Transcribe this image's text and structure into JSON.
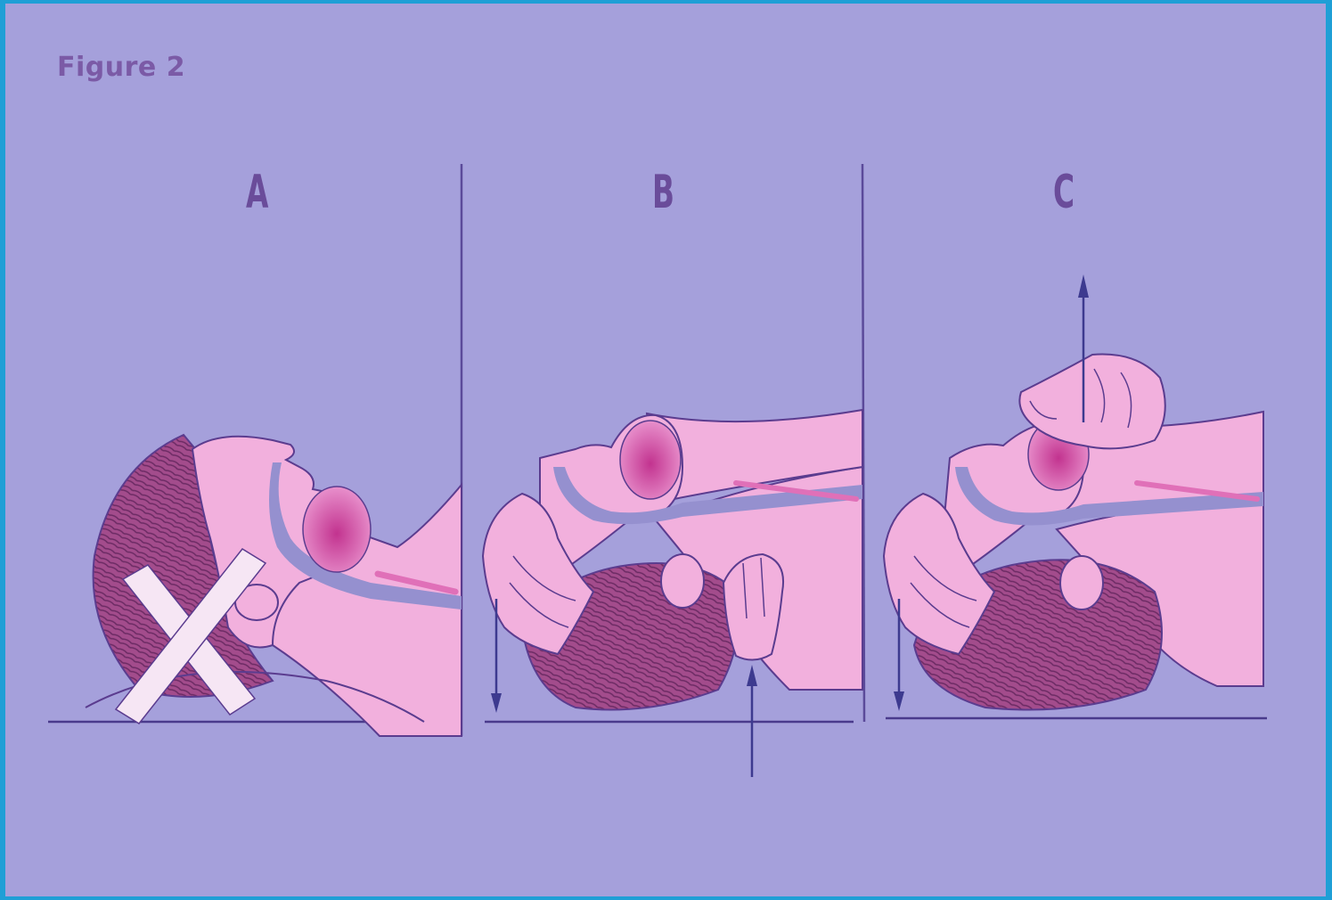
{
  "figure": {
    "caption": "Figure 2",
    "panels": [
      {
        "label": "A",
        "marker": "cross-out-icon"
      },
      {
        "label": "B",
        "marker": "arrow-up-icon"
      },
      {
        "label": "C",
        "marker": "arrow-up-icon"
      }
    ]
  },
  "colors": {
    "background": "#a5a0db",
    "skin": "#f2b0dd",
    "outline": "#5b3c8f",
    "hair": "#8a3f7c",
    "tongue": "#c53a93",
    "airway": "#9590cf",
    "arrow": "#3d3a8f"
  }
}
